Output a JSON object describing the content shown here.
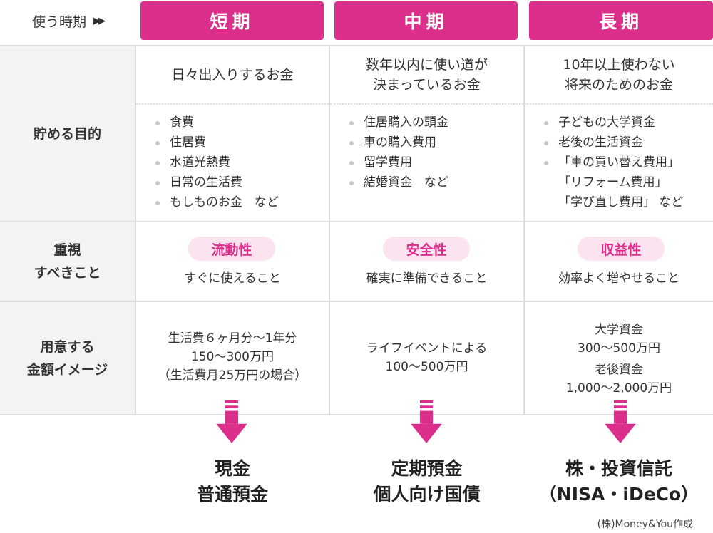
{
  "header": {
    "period_label": "使う時期",
    "period_arrow_icon": "double-triangle-right-icon",
    "columns": [
      "短期",
      "中期",
      "長期"
    ]
  },
  "rows": {
    "purpose_label": "貯める目的",
    "priority_label_1": "重視",
    "priority_label_2": "すべきこと",
    "amount_label_1": "用意する",
    "amount_label_2": "金額イメージ"
  },
  "short": {
    "title": "日々出入りするお金",
    "items": [
      "食費",
      "住居費",
      "水道光熱費",
      "日常の生活費",
      "もしものお金　など"
    ],
    "priority": "流動性",
    "priority_desc": "すぐに使えること",
    "amount_lines": [
      "生活費６ヶ月分～1年分",
      "150～300万円",
      "（生活費月25万円の場合）"
    ],
    "result_lines": [
      "現金",
      "普通預金"
    ]
  },
  "mid": {
    "title_lines": [
      "数年以内に使い道が",
      "決まっているお金"
    ],
    "items": [
      "住居購入の頭金",
      "車の購入費用",
      "留学費用",
      "結婚資金　など"
    ],
    "priority": "安全性",
    "priority_desc": "確実に準備できること",
    "amount_lines": [
      "ライフイベントによる",
      "100～500万円"
    ],
    "result_lines": [
      "定期預金",
      "個人向け国債"
    ]
  },
  "long": {
    "title_lines": [
      "10年以上使わない",
      "将来のためのお金"
    ],
    "items": [
      "子どもの大学資金",
      "老後の生活資金",
      "「車の買い替え費用」",
      "「リフォーム費用」",
      "「学び直し費用」 など"
    ],
    "priority": "収益性",
    "priority_desc": "効率よく増やせること",
    "amount_lines": [
      "大学資金",
      "300～500万円",
      "老後資金",
      "1,000～2,000万円"
    ],
    "result_lines": [
      "株・投資信託",
      "（NISA・iDeCo）"
    ]
  },
  "credit": "(株)Money&You作成",
  "colors": {
    "accent": "#dc2f8c",
    "pill_bg": "#fbe3ef",
    "label_bg": "#f3f3f3",
    "rule": "#dddddd"
  }
}
